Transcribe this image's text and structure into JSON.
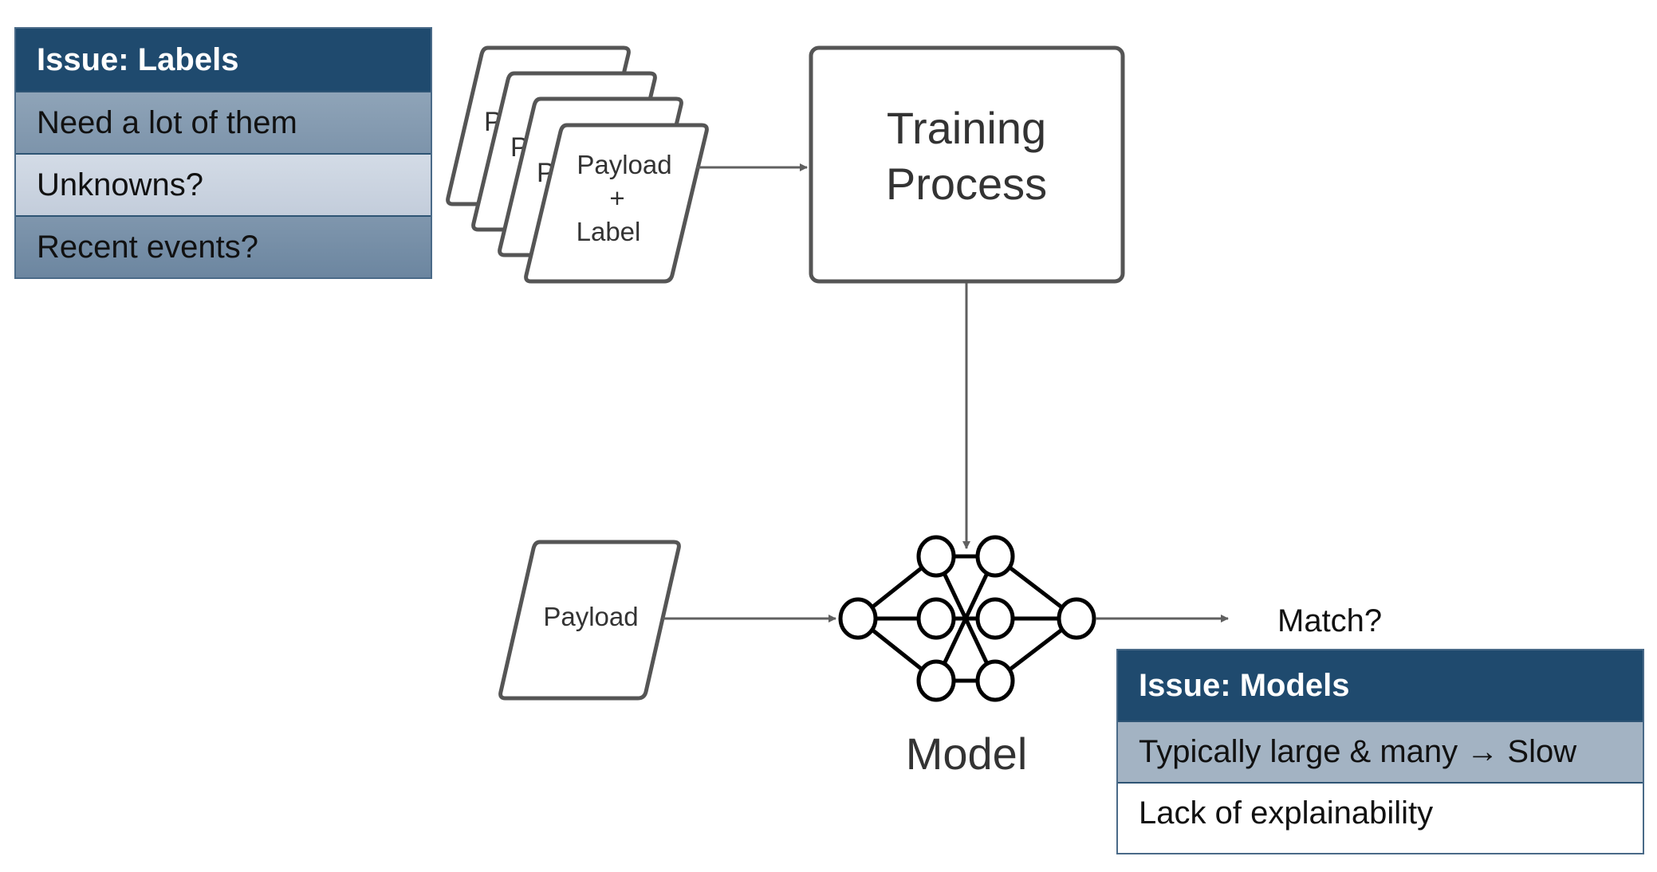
{
  "labels_issue": {
    "title": "Issue: Labels",
    "rows": [
      "Need a lot of them",
      "Unknowns?",
      "Recent events?"
    ]
  },
  "models_issue": {
    "title": "Issue: Models",
    "rows": [
      "Typically large & many → Slow",
      "Lack of explainability"
    ]
  },
  "diagram": {
    "stack_card_partial_label": "P",
    "stack_card_top": {
      "line1": "Payload",
      "line2": "+",
      "line3": "Label"
    },
    "training_box": {
      "line1": "Training",
      "line2": "Process"
    },
    "input_payload": "Payload",
    "model_label": "Model",
    "output_label": "Match?"
  },
  "colors": {
    "header_bg": "#1f4a6e",
    "stroke": "#555555",
    "arrow": "#606060"
  }
}
